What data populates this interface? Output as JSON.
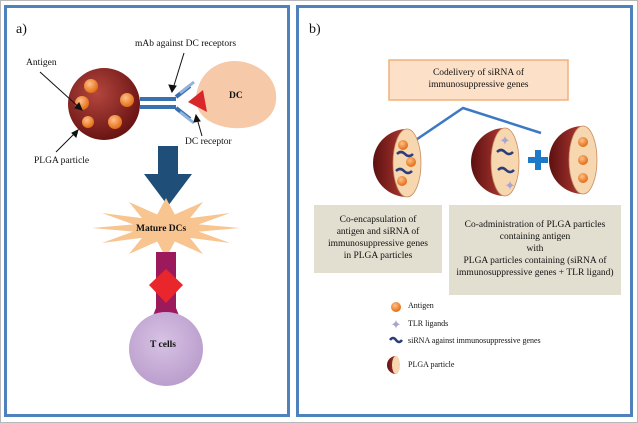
{
  "panel_a": {
    "letter": "a)",
    "labels": {
      "antigen": "Antigen",
      "mab": "mAb against DC receptors",
      "dc": "DC",
      "dc_receptor": "DC receptor",
      "plga_particle": "PLGA particle",
      "mature_dcs": "Mature DCs",
      "t_cells": "T cells"
    }
  },
  "panel_b": {
    "letter": "b)",
    "codelivery_box": {
      "line1": "Codelivery of siRNA of",
      "line2": "immunosuppressive genes"
    },
    "box_left": {
      "line1": "Co-encapsulation of",
      "line2": "antigen and siRNA of",
      "line3": "immunosuppressive genes",
      "line4": "in PLGA particles"
    },
    "box_right": {
      "line1": "Co-administration of PLGA particles",
      "line2": "containing antigen",
      "line3": "with",
      "line4": "PLGA particles containing (siRNA of",
      "line5": "immunosuppressive genes + TLR ligand)"
    },
    "legend": [
      {
        "icon": "antigen-icon",
        "label": "Antigen"
      },
      {
        "icon": "tlr-ligand-icon",
        "label": "TLR ligands"
      },
      {
        "icon": "sirna-icon",
        "label": "siRNA against immunosuppressive genes"
      },
      {
        "icon": "plga-particle-icon",
        "label": "PLGA particle"
      }
    ]
  },
  "colors": {
    "frame_blue": "#4f81bd",
    "particle_dark_red": "#7b1c1c",
    "antigen_orange": "#f07f1e",
    "dc_peach": "#f6c9a8",
    "arrow_navy": "#1f4e79",
    "mature_dc_star": "#f8c48f",
    "stem_magenta": "#9c1a5c",
    "diamond_red": "#e8262c",
    "t_cell_lavender": "#c5a8d6",
    "text_box_bg": "#e2dfd0",
    "codelivery_bg": "#fde0c8",
    "plus_blue": "#1f79c9",
    "sirna_navy": "#2c3e7a",
    "tlr_lavender": "#a9a3d4",
    "particle_inside": "#f6d7b0"
  }
}
